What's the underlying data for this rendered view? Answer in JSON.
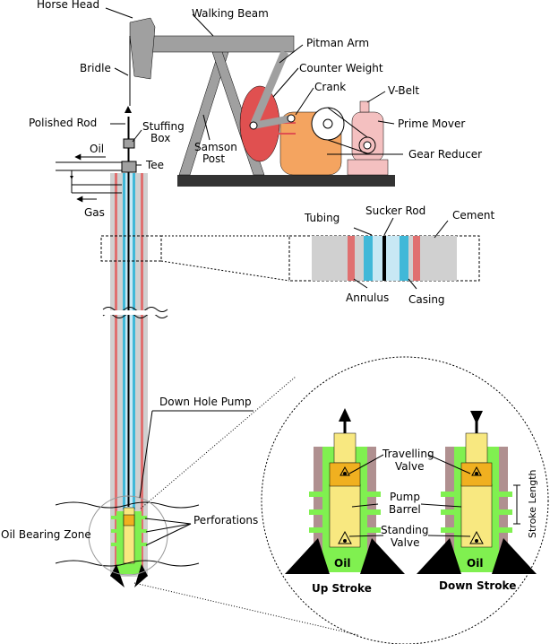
{
  "labels": {
    "horse_head": "Horse Head",
    "walking_beam": "Walking Beam",
    "pitman_arm": "Pitman Arm",
    "counter_weight": "Counter Weight",
    "bridle": "Bridle",
    "crank": "Crank",
    "v_belt": "V-Belt",
    "polished_rod": "Polished Rod",
    "stuffing_box_1": "Stuffing",
    "stuffing_box_2": "Box",
    "prime_mover": "Prime Mover",
    "samson_post_1": "Samson",
    "samson_post_2": "Post",
    "gear_reducer": "Gear Reducer",
    "oil": "Oil",
    "tee": "Tee",
    "gas": "Gas",
    "tubing": "Tubing",
    "sucker_rod": "Sucker Rod",
    "cement": "Cement",
    "annulus": "Annulus",
    "casing": "Casing",
    "down_hole_pump": "Down Hole Pump",
    "travelling_valve_1": "Travelling",
    "travelling_valve_2": "Valve",
    "pump_barrel_1": "Pump",
    "pump_barrel_2": "Barrel",
    "standing_valve_1": "Standing",
    "standing_valve_2": "Valve",
    "stroke_length": "Stroke Length",
    "perforations": "Perforations",
    "oil_bearing_zone": "Oil Bearing Zone",
    "oil_left": "Oil",
    "oil_right": "Oil",
    "up_stroke": "Up Stroke",
    "down_stroke": "Down Stroke"
  },
  "colors": {
    "frame": "#a0a0a0",
    "dark": "#333333",
    "red": "#e05050",
    "orange": "#f4a460",
    "pink": "#f4c0c0",
    "cement": "#d0d0d0",
    "casing_red": "#e07070",
    "tubing_blue": "#40b8d8",
    "tubing_light": "#c8e8f4",
    "pump_yellow": "#f8e880",
    "valve_orange": "#f0b020",
    "green": "#80f050",
    "brown": "#b09090"
  }
}
